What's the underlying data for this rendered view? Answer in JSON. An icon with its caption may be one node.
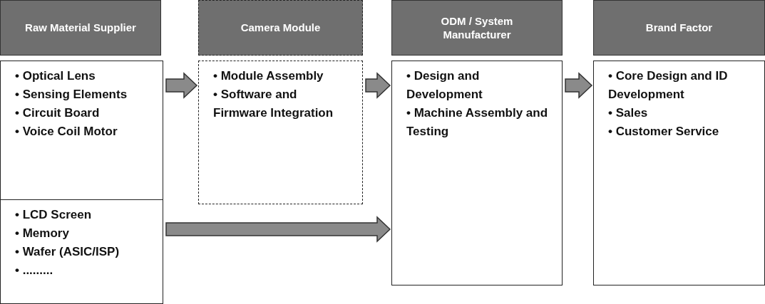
{
  "diagram": {
    "nodes": [
      {
        "text": [
          "Raw Material Supplier"
        ]
      },
      {
        "text": [
          "• Optical Lens",
          "• Sensing Elements",
          "• Circuit Board",
          "• Voice Coil Motor"
        ]
      },
      {
        "text": [
          "• LCD Screen",
          "• Memory",
          "• Wafer (ASIC/ISP)",
          "• ........."
        ]
      },
      {
        "text": [
          "Camera Module"
        ]
      },
      {
        "text": [
          "• Module Assembly",
          "• Software and Firmware Integration"
        ]
      },
      {
        "text": [
          "ODM / System Manufacturer"
        ]
      },
      {
        "text": [
          "• Design and Development",
          "• Machine Assembly and Testing"
        ]
      },
      {
        "text": [
          "Brand Factor"
        ]
      },
      {
        "text": [
          "• Core Design and ID Development",
          "• Sales",
          "• Customer Service"
        ]
      }
    ],
    "edges": [
      {
        "from": 1,
        "to": 4,
        "arrow": "to",
        "style": "thick"
      },
      {
        "from": 4,
        "to": 6,
        "arrow": "to",
        "style": "thick"
      },
      {
        "from": 6,
        "to": 8,
        "arrow": "to",
        "style": "thick"
      },
      {
        "from": 2,
        "to": 6,
        "arrow": "to",
        "style": "thick"
      }
    ]
  }
}
